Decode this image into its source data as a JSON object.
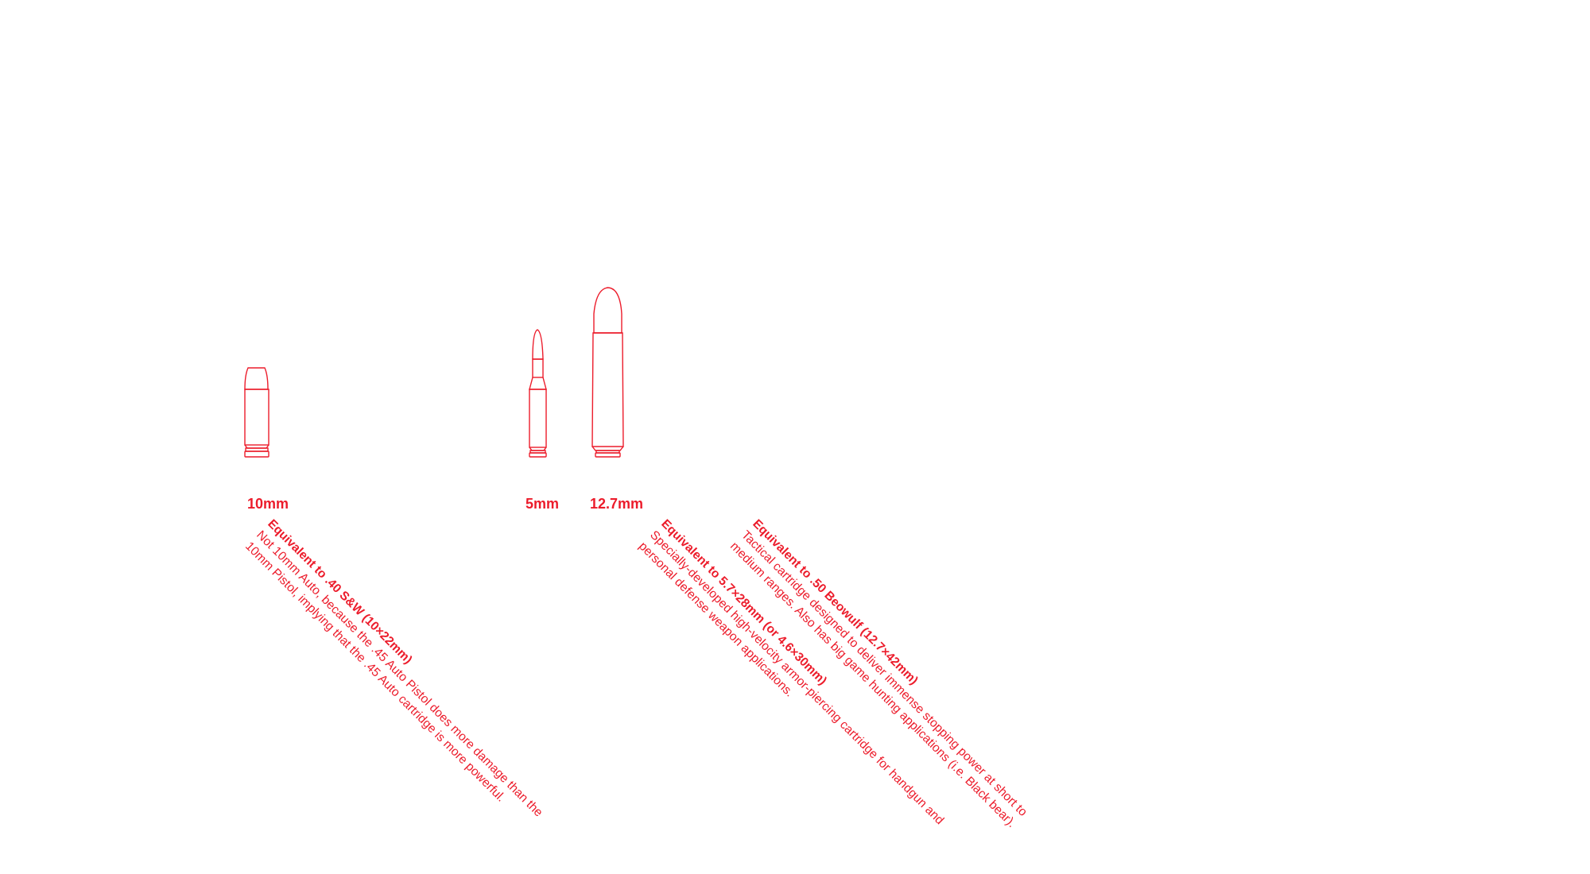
{
  "accent_color": "#ec1c2b",
  "cartridges": [
    {
      "label": "10mm",
      "equivalent": "Equivalent to .40 S&W (10×22mm)",
      "lines": [
        "Not 10mm Auto, because the .45 Auto Pistol does more damage than the",
        "10mm Pistol, implying that the .45 Auto cartridge is more powerful."
      ]
    },
    {
      "label": "5mm",
      "equivalent": "Equivalent to 5.7×28mm (or 4.6×30mm)",
      "lines": [
        "Specially-developed high-velocity armor-piercing cartridge for handgun and",
        "personal defense weapon applications."
      ]
    },
    {
      "label": "12.7mm",
      "equivalent": "Equivalent to .50 Beowulf (12.7×42mm)",
      "lines": [
        "Tactical cartridge designed to deliver immense stopping power at short to",
        "medium ranges. Also has big game hunting applications (i.e. Black bear)."
      ]
    }
  ]
}
